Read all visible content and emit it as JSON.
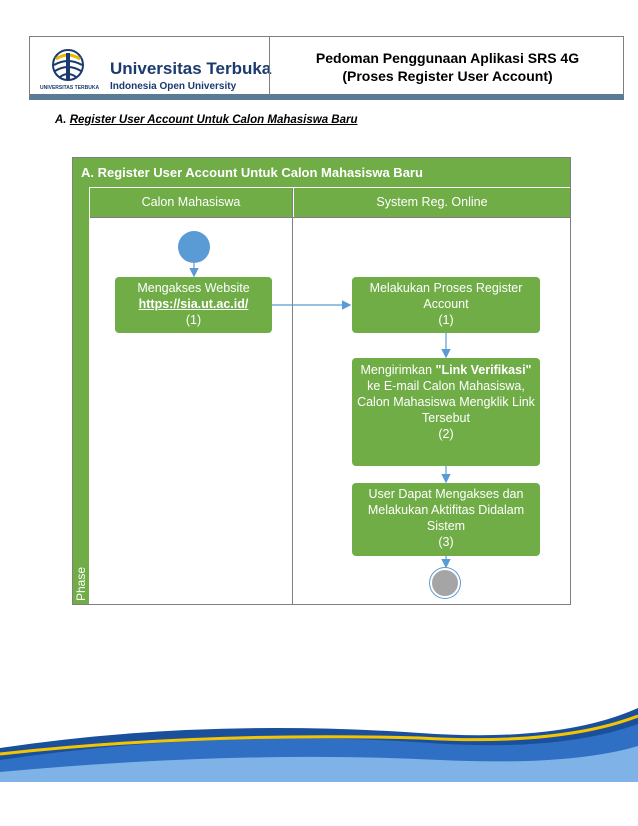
{
  "header": {
    "university_name": "Universitas Terbuka",
    "university_sub": "Indonesia Open University",
    "logo_caption": "UNIVERSITAS TERBUKA",
    "title_line1": "Pedoman Penggunaan Aplikasi SRS 4G",
    "title_line2": "(Proses Register User Account)"
  },
  "section": {
    "prefix": "A.",
    "heading": "Register User Account Untuk Calon Mahasiswa Baru"
  },
  "diagram": {
    "title": "A. Register User Account Untuk Calon Mahasiswa Baru",
    "phase_label": "Phase",
    "lanes": [
      "Calon Mahasiswa",
      "System Reg. Online"
    ],
    "box1": {
      "line1": "Mengakses Website",
      "link": "https://sia.ut.ac.id/",
      "step": "(1)"
    },
    "box2": {
      "line1": "Melakukan Proses Register",
      "line2": "Account",
      "step": "(1)"
    },
    "box3": {
      "pre": "Mengirimkan",
      "bold": "\"Link Verifikasi\"",
      "post": "ke E-mail Calon Mahasiswa, Calon Mahasiswa Mengklik Link Tersebut",
      "step": "(2)"
    },
    "box4": {
      "text": "User Dapat Mengakses dan Melakukan Aktifitas Didalam Sistem",
      "step": "(3)"
    }
  },
  "colors": {
    "green": "#70ad47",
    "blue": "#5b9bd5",
    "navy": "#1b3a6e",
    "gray": "#a5a5a5"
  }
}
